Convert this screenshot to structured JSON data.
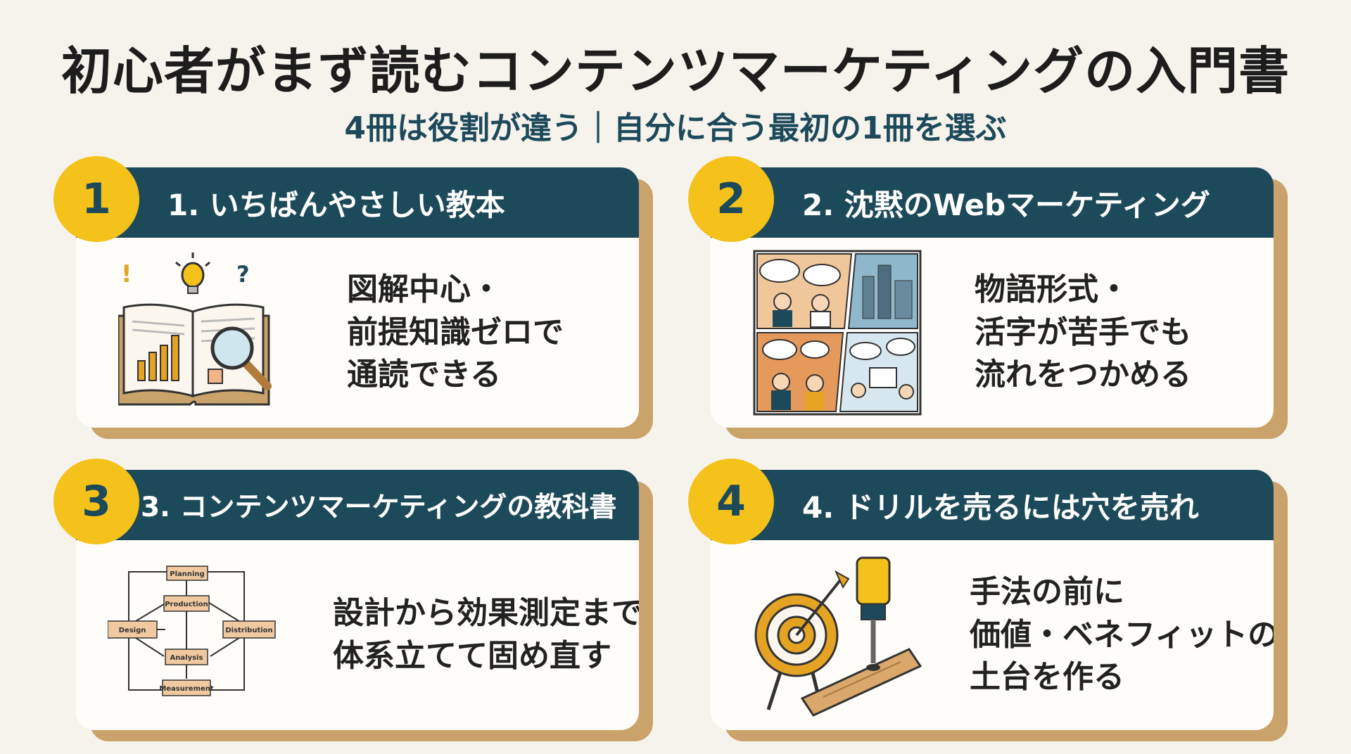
{
  "title": "初心者がまず読むコンテンツマーケティングの入門書",
  "subtitle": "4冊は役割が違う｜自分に合う最初の1冊を選ぶ",
  "colors": {
    "header": "#1d4a5a",
    "badge": "#f4c21a",
    "card_shadow": "#c9a36a",
    "background": "#f6f2ec"
  },
  "cards": [
    {
      "number": "1",
      "title": "1. いちばんやさしい教本",
      "icon": "open-book-magnifier-icon",
      "lines": [
        "図解中心・",
        "前提知識ゼロで",
        "通読できる"
      ]
    },
    {
      "number": "2",
      "title": "2. 沈黙のWebマーケティング",
      "icon": "comic-panels-icon",
      "lines": [
        "物語形式・",
        "活字が苦手でも",
        "流れをつかめる"
      ]
    },
    {
      "number": "3",
      "title": "3. コンテンツマーケティングの教科書",
      "icon": "process-flow-diagram-icon",
      "lines": [
        "設計から効果測定まで",
        "体系立てて固め直す"
      ],
      "diagram": {
        "planning": "Planning",
        "production": "Production",
        "design": "Design",
        "distribution": "Distribution",
        "analysis": "Analysis",
        "measurement": "Measurement"
      }
    },
    {
      "number": "4",
      "title": "4. ドリルを売るには穴を売れ",
      "icon": "target-drill-icon",
      "lines": [
        "手法の前に",
        "価値・ベネフィットの",
        "土台を作る"
      ]
    }
  ]
}
